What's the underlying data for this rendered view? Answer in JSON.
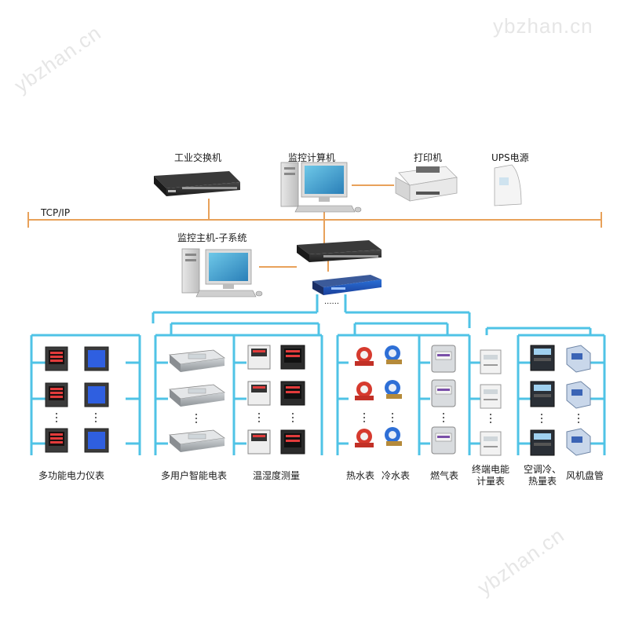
{
  "watermark": "ybzhan.cn",
  "network_label": "TCP/IP",
  "top_devices": {
    "switch": "工业交换机",
    "monitor_pc": "监控计算机",
    "printer": "打印机",
    "ups": "UPS电源"
  },
  "subsystem": {
    "host": "监控主机-子系统",
    "ellipsis": "......"
  },
  "groups": {
    "power_meter": "多功能电力仪表",
    "multi_user_meter": "多用户智能电表",
    "temp_humidity": "温湿度测量",
    "hot_water": "热水表",
    "cold_water": "冷水表",
    "gas": "燃气表",
    "terminal_meter_1": "终端电能",
    "terminal_meter_2": "计量表",
    "ac_heat_1": "空调冷、",
    "ac_heat_2": "热量表",
    "fan_coil": "风机盘管"
  },
  "colors": {
    "bus": "#e8a15a",
    "link": "#4fc3e6"
  }
}
